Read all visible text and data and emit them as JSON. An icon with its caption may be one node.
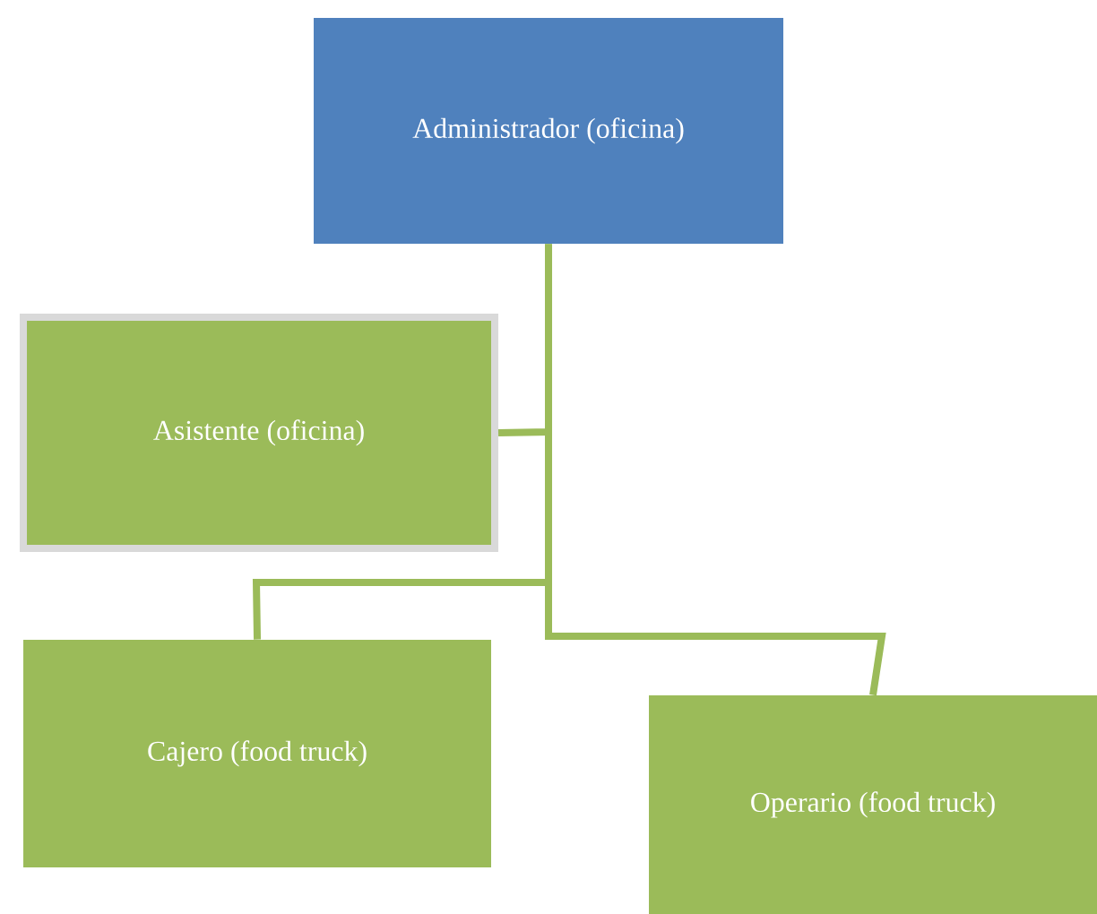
{
  "diagram": {
    "nodes": [
      {
        "text": [
          "Administrador (oficina)"
        ]
      },
      {
        "text": [
          "Asistente (oficina)"
        ]
      },
      {
        "text": [
          "Cajero (food truck)"
        ]
      },
      {
        "text": [
          "Operario (food truck)"
        ]
      }
    ],
    "edges": [
      {
        "from": 0,
        "to": 1,
        "arrow": "none"
      },
      {
        "from": 0,
        "to": 2,
        "arrow": "none"
      },
      {
        "from": 0,
        "to": 3,
        "arrow": "none"
      }
    ]
  }
}
